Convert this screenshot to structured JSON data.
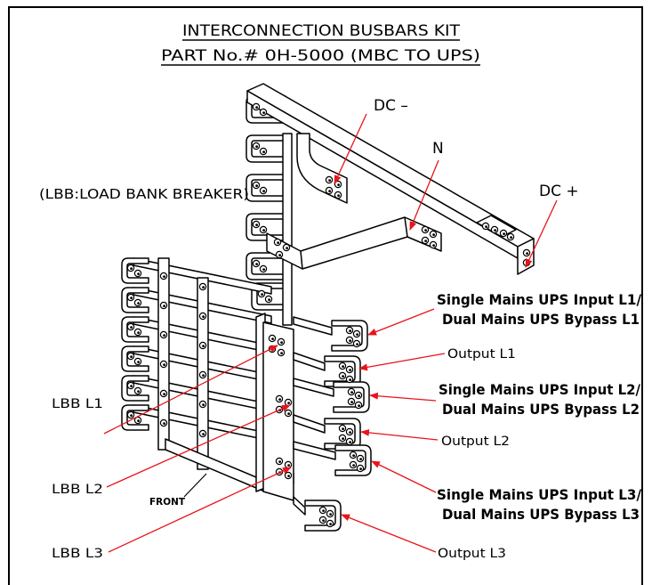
{
  "title": {
    "line1": "INTERCONNECTION BUSBARS KIT",
    "line2": "PART No.# 0H-5000 (MBC TO UPS)"
  },
  "labels": {
    "dc_minus": "DC –",
    "neutral": "N",
    "dc_plus": "DC +",
    "lbb_note": "(LBB:LOAD BANK BREAKER)",
    "input_l1_line1": "Single Mains UPS Input L1/",
    "input_l1_line2": "Dual Mains UPS Bypass L1",
    "output_l1": "Output L1",
    "input_l2_line1": "Single Mains UPS Input L2/",
    "input_l2_line2": "Dual Mains UPS Bypass L2",
    "output_l2": "Output L2",
    "input_l3_line1": "Single Mains UPS Input L3/",
    "input_l3_line2": "Dual Mains UPS Bypass L3",
    "output_l3": "Output L3",
    "lbb_l1": "LBB L1",
    "lbb_l2": "LBB L2",
    "lbb_l3": "LBB L3",
    "front": "FRONT"
  },
  "colors": {
    "leader": "#e8141b",
    "line": "#000000",
    "background": "#ffffff"
  }
}
